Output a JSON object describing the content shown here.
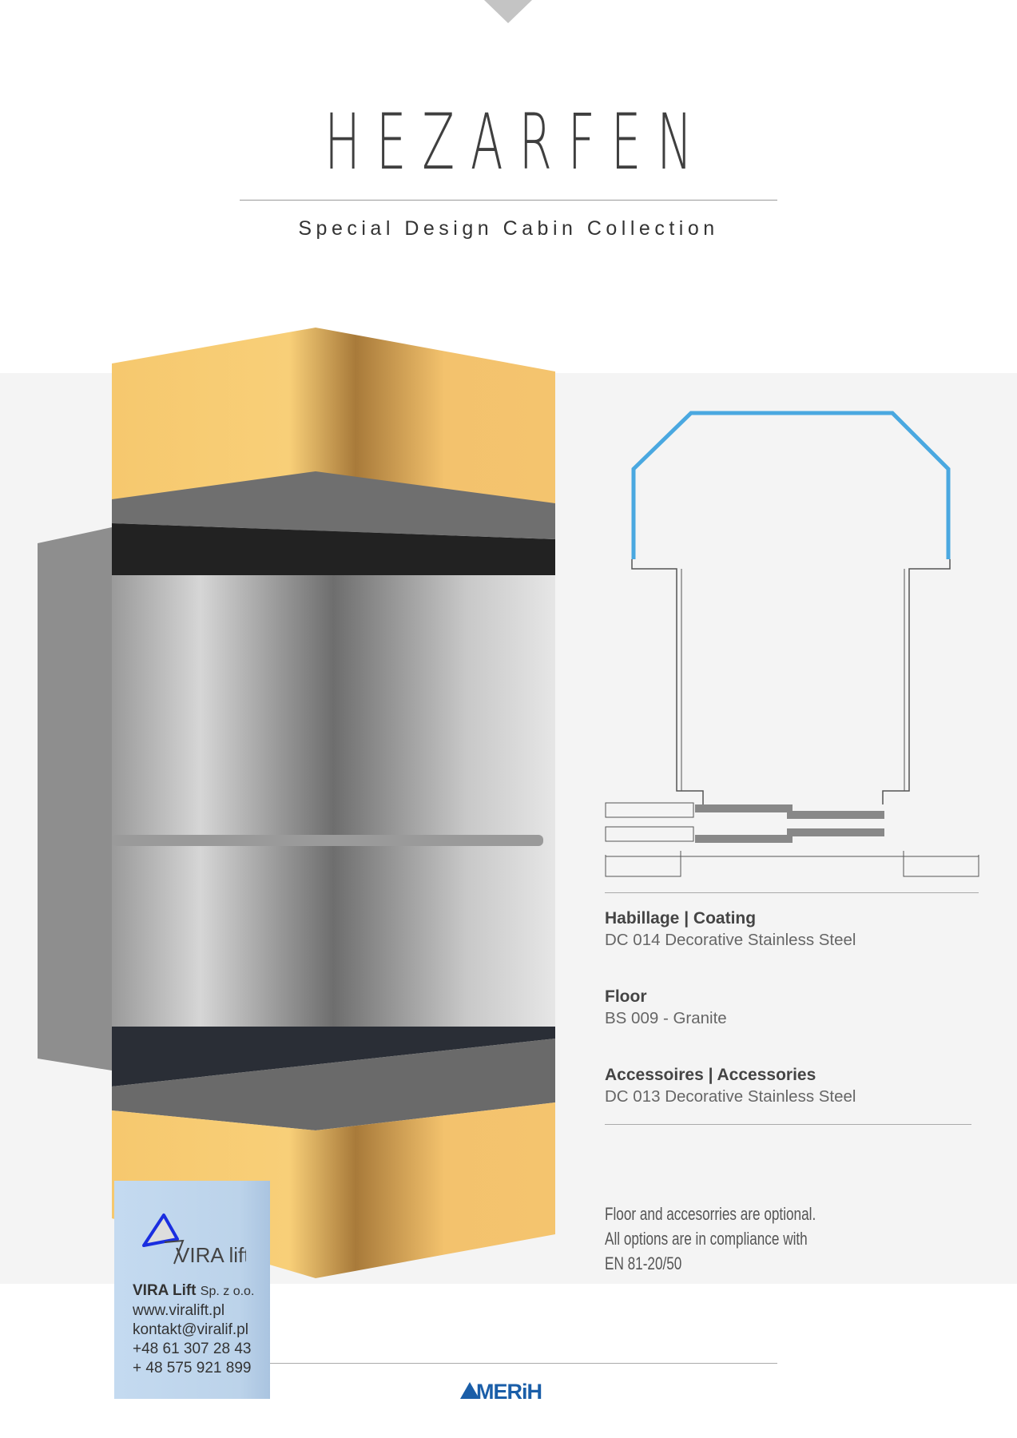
{
  "header": {
    "title": "HEZARFEN",
    "subtitle": "Special Design Cabin Collection"
  },
  "specs": [
    {
      "heading": "Habillage | Coating",
      "value": "DC 014  Decorative Stainless Steel"
    },
    {
      "heading": "Floor",
      "value": "BS 009 - Granite"
    },
    {
      "heading": "Accessoires | Accessories",
      "value": "DC 013 Decorative Stainless Steel"
    }
  ],
  "note": [
    "Floor and accesorries are optional.",
    "All options are in compliance with",
    "EN 81-20/50"
  ],
  "dealer": {
    "logo_text": "VIRA lift",
    "company": "VIRA Lift",
    "company_suffix": "Sp. z o.o.",
    "website": "www.viralift.pl",
    "email": "kontakt@viralif.pl",
    "phone1": "+48 61 307 28 43",
    "phone2": "+ 48 575 921 899"
  },
  "footer": {
    "brand": "MERiH"
  },
  "colors": {
    "accent_blue": "#4aa8e0",
    "gold": "#f4c46e",
    "brand_blue": "#1a5ea8"
  }
}
